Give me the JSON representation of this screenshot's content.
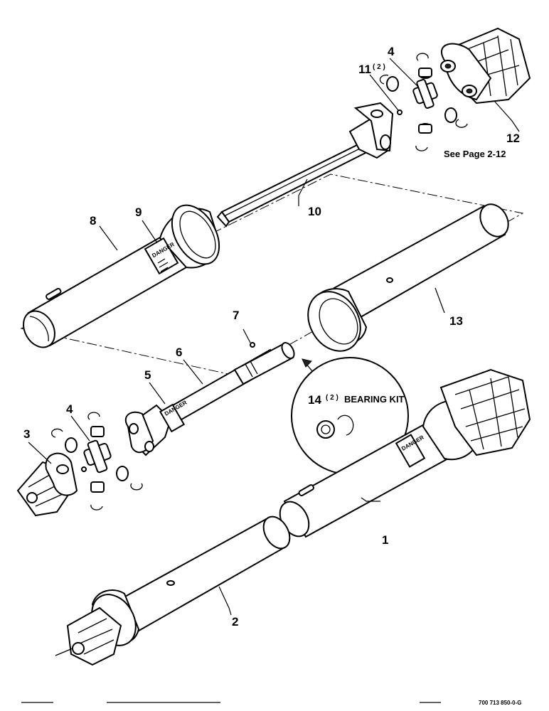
{
  "callouts": {
    "c1": "1",
    "c2": "2",
    "c3": "3",
    "c4_lower": "4",
    "c4_upper": "4",
    "c5": "5",
    "c6": "6",
    "c7": "7",
    "c8": "8",
    "c9": "9",
    "c10": "10",
    "c11": "11",
    "c11_qty": "( 2 )",
    "c12": "12",
    "c13": "13",
    "c14": "14",
    "c14_qty": "( 2 )",
    "c14_label": "BEARING KIT"
  },
  "notes": {
    "see_page": "See Page 2-12",
    "drawing_number": "700 713 850-0-G"
  },
  "decals": {
    "danger": "DANGER"
  }
}
